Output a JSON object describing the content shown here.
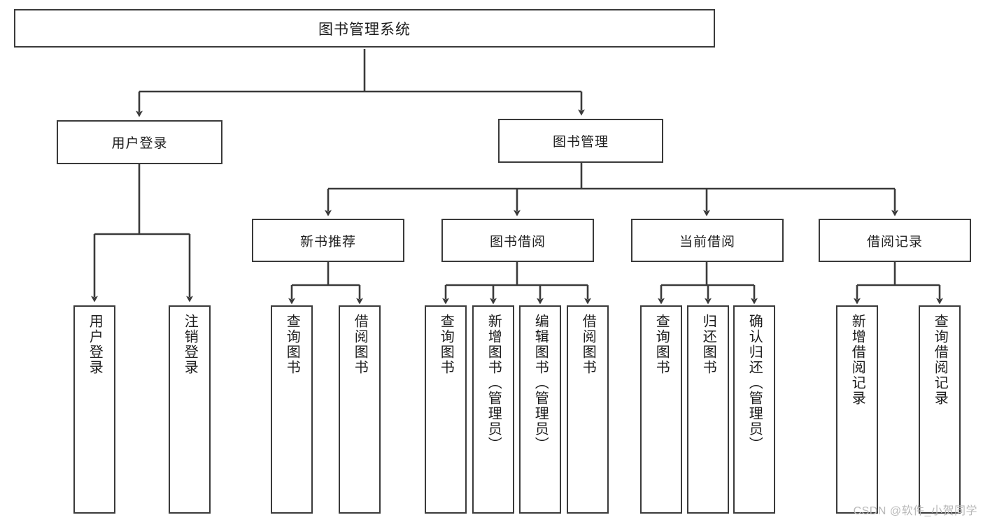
{
  "diagram": {
    "title": "图书管理系统",
    "type": "tree",
    "colors": {
      "background": "#ffffff",
      "box_border": "#3a3a3a",
      "edge": "#3a3a3a",
      "text": "#1d1d1d",
      "watermark": "#b9b9b9"
    },
    "watermark": "CSDN @软件_小贺同学",
    "nodes": {
      "root": {
        "label": "图书管理系统"
      },
      "level1": [
        {
          "id": "user-login",
          "label": "用户登录"
        },
        {
          "id": "book-manage",
          "label": "图书管理"
        }
      ],
      "level2": [
        {
          "id": "new-book-recommend",
          "label": "新书推荐"
        },
        {
          "id": "book-borrow",
          "label": "图书借阅"
        },
        {
          "id": "current-borrow",
          "label": "当前借阅"
        },
        {
          "id": "borrow-record",
          "label": "借阅记录"
        }
      ],
      "leaves": {
        "user-login": [
          {
            "id": "leaf-user-login",
            "label": "用户登录"
          },
          {
            "id": "leaf-user-logout",
            "label": "注销登录"
          }
        ],
        "new-book-recommend": [
          {
            "id": "leaf-query-book-1",
            "label": "查询图书"
          },
          {
            "id": "leaf-borrow-book-1",
            "label": "借阅图书"
          }
        ],
        "book-borrow": [
          {
            "id": "leaf-query-book-2",
            "label": "查询图书"
          },
          {
            "id": "leaf-add-book",
            "label": "新增图书（管理员）"
          },
          {
            "id": "leaf-edit-book",
            "label": "编辑图书（管理员）"
          },
          {
            "id": "leaf-borrow-book-2",
            "label": "借阅图书"
          }
        ],
        "current-borrow": [
          {
            "id": "leaf-query-book-3",
            "label": "查询图书"
          },
          {
            "id": "leaf-return-book",
            "label": "归还图书"
          },
          {
            "id": "leaf-confirm-return",
            "label": "确认归还（管理员）"
          }
        ],
        "borrow-record": [
          {
            "id": "leaf-add-record",
            "label": "新增借阅记录"
          },
          {
            "id": "leaf-query-record",
            "label": "查询借阅记录"
          }
        ]
      }
    }
  }
}
